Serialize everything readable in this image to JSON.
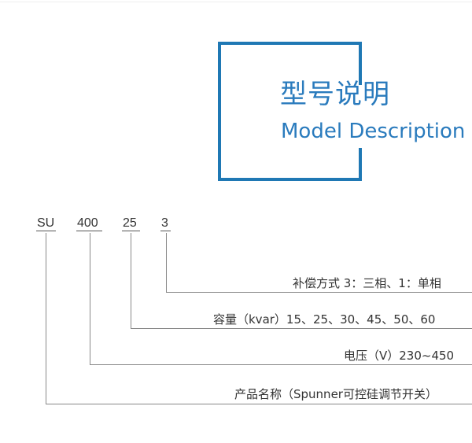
{
  "header": {
    "title_cn": "型号说明",
    "title_en": "Model Description",
    "accent_color": "#1f78b4"
  },
  "model_code": {
    "parts": [
      "SU",
      "400",
      "25",
      "3"
    ]
  },
  "descriptions": [
    "补偿方式 3：三相、1：单相",
    "容量（kvar）15、25、30、45、50、60",
    "电压（V）230~450",
    "产品名称（Spunner可控硅调节开关）"
  ]
}
